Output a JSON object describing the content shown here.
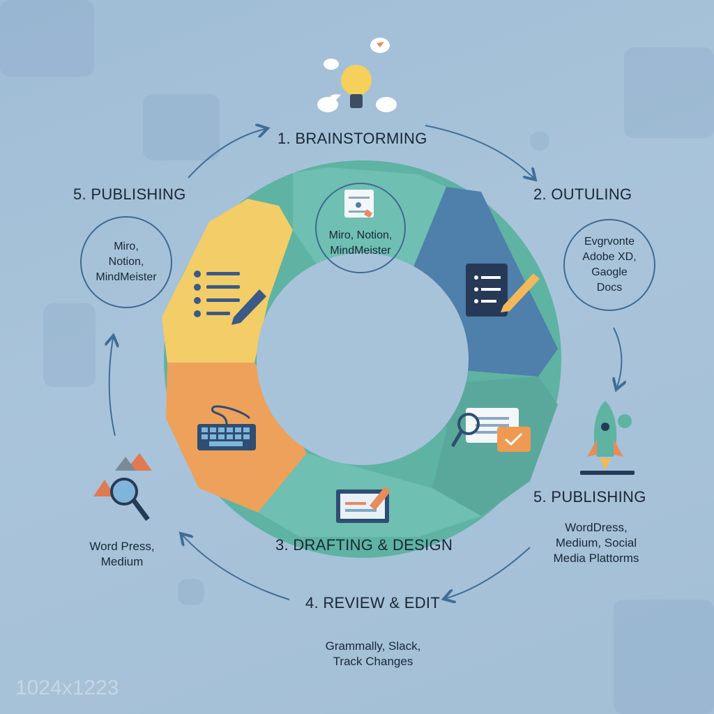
{
  "stages": {
    "brainstorming": {
      "label": "1. BRAINSTORMING"
    },
    "outlining": {
      "label": "2. OUTULING",
      "tools": [
        "Evgrvonte",
        "Adobe XD,",
        "Gaogle",
        "Docs"
      ]
    },
    "drafting": {
      "label": "3. DRAFTING & DESIGN"
    },
    "review": {
      "label": "4. REVIEW & EDIT",
      "tools": [
        "Grammally, Slack,",
        "Track Changes"
      ]
    },
    "publishing_right": {
      "label": "5. PUBLISHING",
      "tools": [
        "WordDress,",
        "Medium, Social",
        "Media Plattorms"
      ]
    },
    "publishing_left": {
      "label": "5. PUBLISHING",
      "tools": [
        "Miro,",
        "Notion,",
        "MindMeister"
      ]
    }
  },
  "center_note": [
    "Miro, Notion,",
    "MindMeister"
  ],
  "left_bottom_tools": [
    "Word Press,",
    "Medium"
  ],
  "watermark": "1024x1223",
  "colors": {
    "teal": "#6fbfb3",
    "blue": "#4f7fab",
    "green": "#5eb3a3",
    "orange": "#eea15a",
    "yellow": "#f3cd68",
    "arrow": "#3f6d97"
  }
}
